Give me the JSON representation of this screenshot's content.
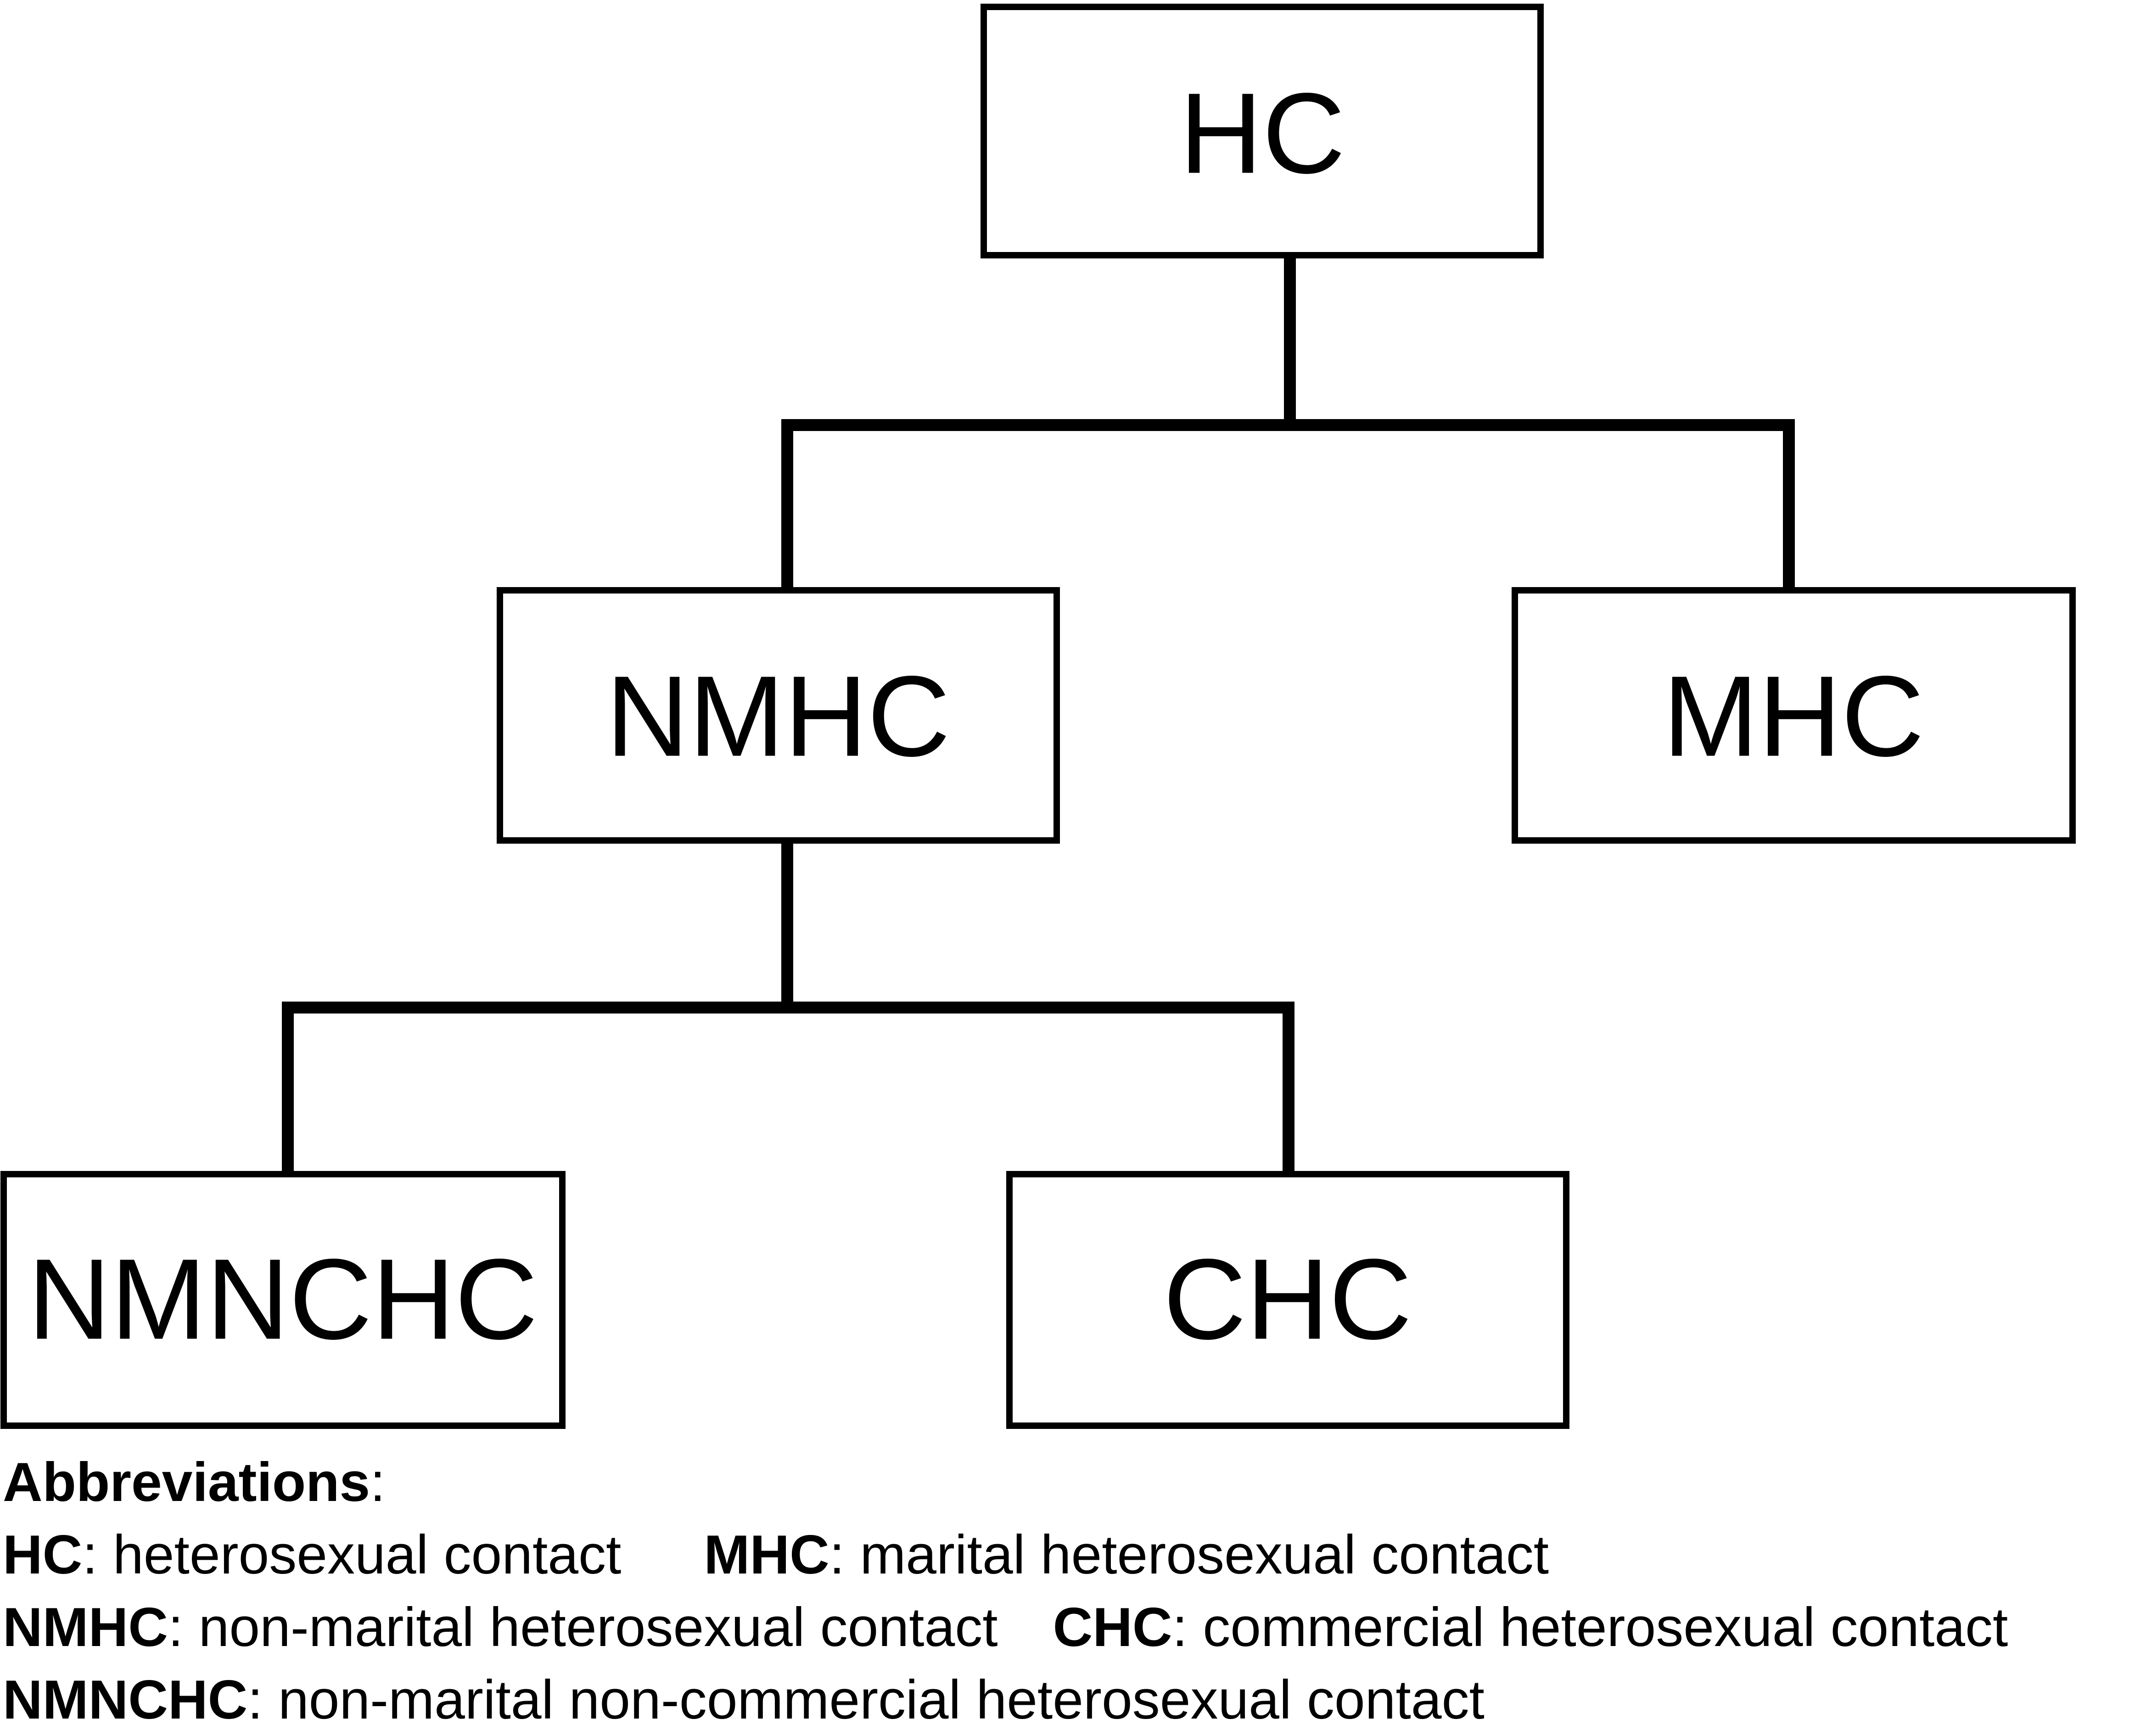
{
  "nodes": {
    "hc": "HC",
    "nmhc": "NMHC",
    "mhc": "MHC",
    "nmnchc": "NMNCHC",
    "chc": "CHC"
  },
  "edges": [
    {
      "from": "hc",
      "to": "nmhc"
    },
    {
      "from": "hc",
      "to": "mhc"
    },
    {
      "from": "nmhc",
      "to": "nmnchc"
    },
    {
      "from": "nmhc",
      "to": "chc"
    }
  ],
  "legend": {
    "title": "Abbreviations",
    "title_suffix": ":",
    "items": [
      {
        "abbr": "HC",
        "text": ": heterosexual contact"
      },
      {
        "abbr": "MHC",
        "text": ": marital heterosexual contact"
      },
      {
        "abbr": "NMHC",
        "text": ": non-marital heterosexual contact"
      },
      {
        "abbr": "CHC",
        "text": ": commercial heterosexual contact"
      },
      {
        "abbr": "NMNCHC",
        "text": ": non-marital non-commercial heterosexual contact"
      }
    ]
  }
}
